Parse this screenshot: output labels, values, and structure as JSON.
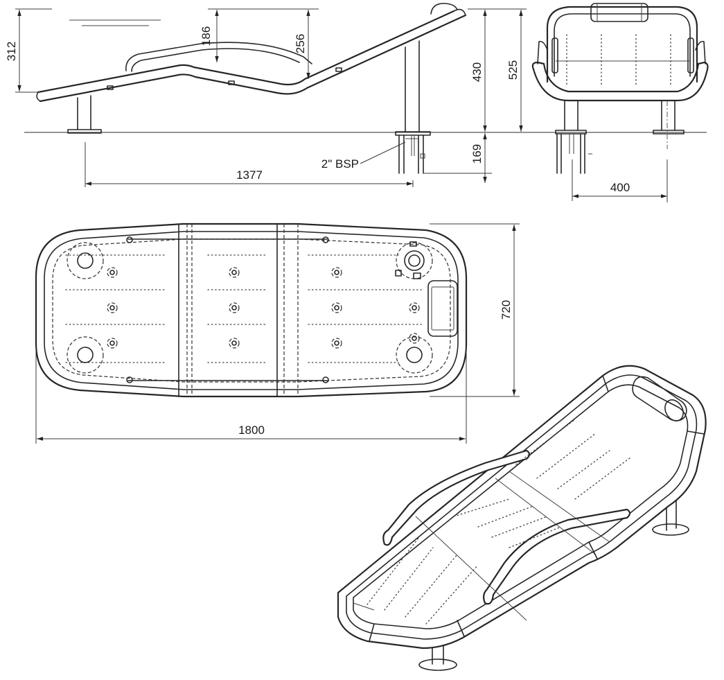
{
  "drawing": {
    "side_view": {
      "dims": {
        "height_foot": "312",
        "dip_186": "186",
        "dip_256": "256",
        "height_430": "430",
        "height_525": "525",
        "depth_169": "169",
        "span_1377": "1377"
      },
      "callout": "2\" BSP"
    },
    "front_view": {
      "dims": {
        "width_400": "400"
      }
    },
    "top_view": {
      "dims": {
        "length_1800": "1800",
        "width_720": "720"
      }
    }
  }
}
